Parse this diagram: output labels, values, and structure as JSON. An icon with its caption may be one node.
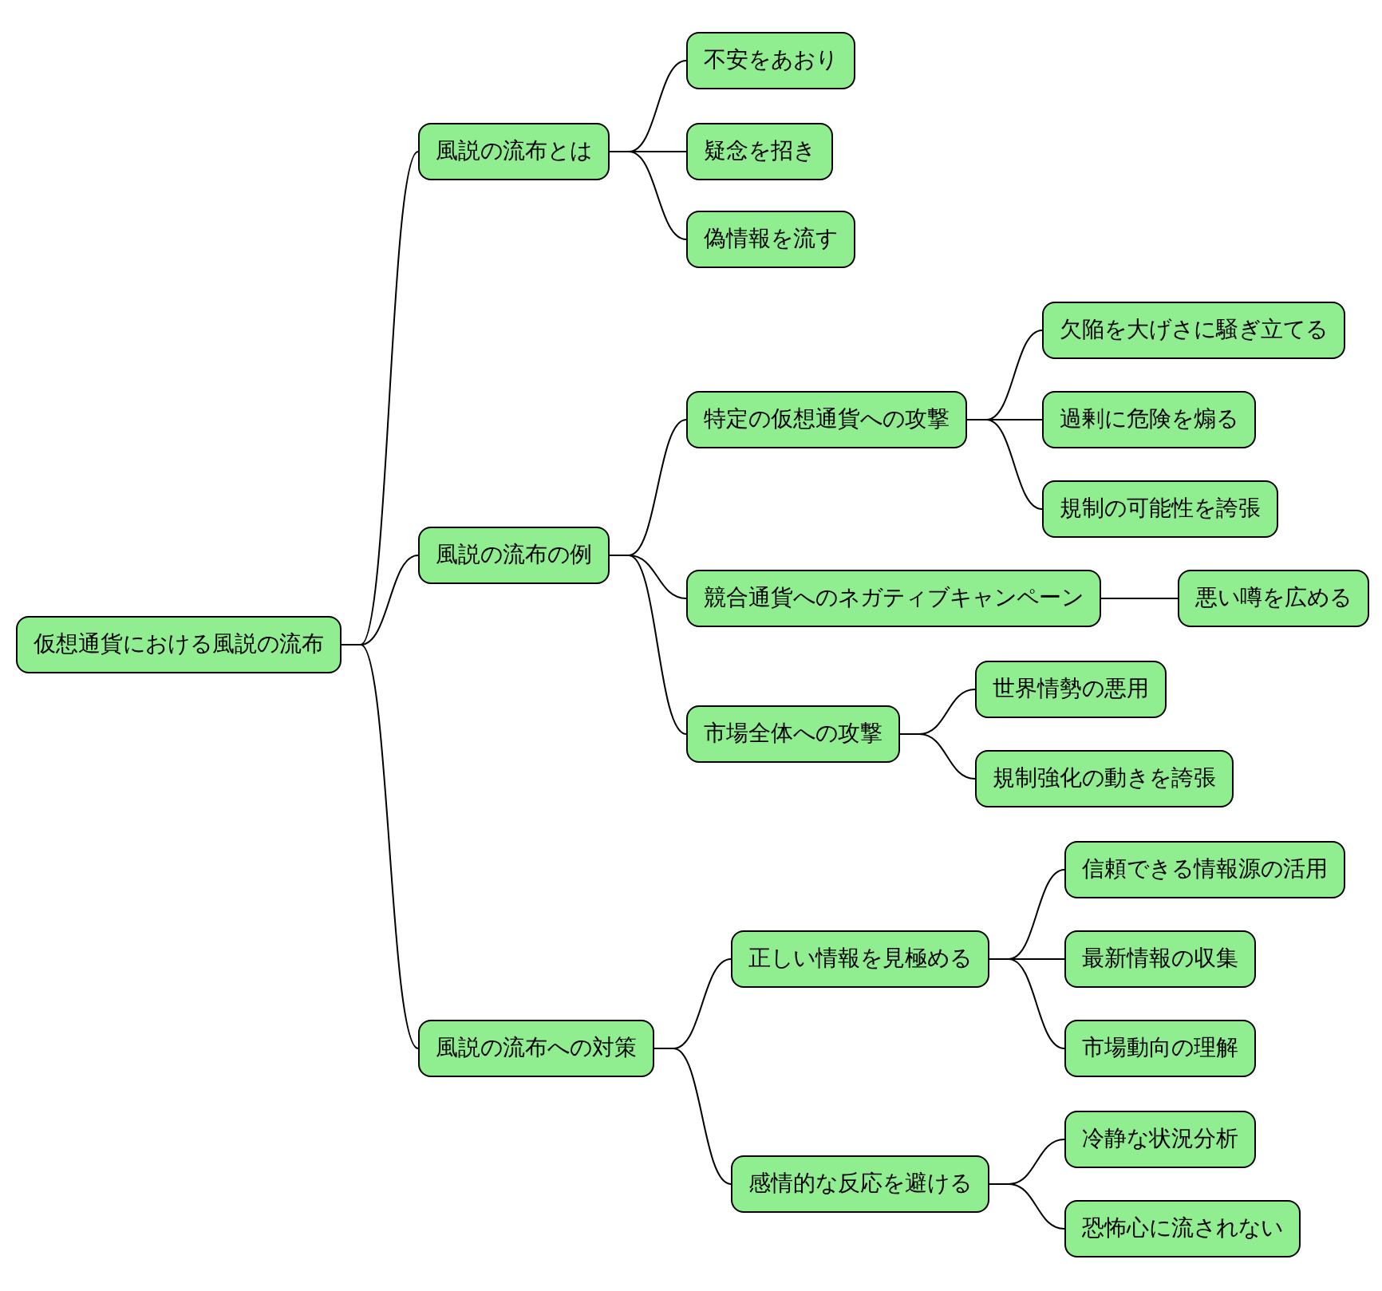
{
  "diagram": {
    "nodes": [
      {
        "text": [
          "仮想通貨における風説の流布"
        ]
      },
      {
        "text": [
          "風説の流布とは"
        ]
      },
      {
        "text": [
          "不安をあおり"
        ]
      },
      {
        "text": [
          "疑念を招き"
        ]
      },
      {
        "text": [
          "偽情報を流す"
        ]
      },
      {
        "text": [
          "風説の流布の例"
        ]
      },
      {
        "text": [
          "特定の仮想通貨への攻撃"
        ]
      },
      {
        "text": [
          "欠陥を大げさに騒ぎ立てる"
        ]
      },
      {
        "text": [
          "過剰に危険を煽る"
        ]
      },
      {
        "text": [
          "規制の可能性を誇張"
        ]
      },
      {
        "text": [
          "競合通貨へのネガティブキャンペーン"
        ]
      },
      {
        "text": [
          "悪い噂を広める"
        ]
      },
      {
        "text": [
          "市場全体への攻撃"
        ]
      },
      {
        "text": [
          "世界情勢の悪用"
        ]
      },
      {
        "text": [
          "規制強化の動きを誇張"
        ]
      },
      {
        "text": [
          "風説の流布への対策"
        ]
      },
      {
        "text": [
          "正しい情報を見極める"
        ]
      },
      {
        "text": [
          "信頼できる情報源の活用"
        ]
      },
      {
        "text": [
          "最新情報の収集"
        ]
      },
      {
        "text": [
          "市場動向の理解"
        ]
      },
      {
        "text": [
          "感情的な反応を避ける"
        ]
      },
      {
        "text": [
          "冷静な状況分析"
        ]
      },
      {
        "text": [
          "恐怖心に流されない"
        ]
      }
    ],
    "edges": [
      {
        "from": 0,
        "to": 1,
        "arrow": "none"
      },
      {
        "from": 1,
        "to": 2,
        "arrow": "none"
      },
      {
        "from": 1,
        "to": 3,
        "arrow": "none"
      },
      {
        "from": 1,
        "to": 4,
        "arrow": "none"
      },
      {
        "from": 0,
        "to": 5,
        "arrow": "none"
      },
      {
        "from": 5,
        "to": 6,
        "arrow": "none"
      },
      {
        "from": 6,
        "to": 7,
        "arrow": "none"
      },
      {
        "from": 6,
        "to": 8,
        "arrow": "none"
      },
      {
        "from": 6,
        "to": 9,
        "arrow": "none"
      },
      {
        "from": 5,
        "to": 10,
        "arrow": "none"
      },
      {
        "from": 10,
        "to": 11,
        "arrow": "none"
      },
      {
        "from": 5,
        "to": 12,
        "arrow": "none"
      },
      {
        "from": 12,
        "to": 13,
        "arrow": "none"
      },
      {
        "from": 12,
        "to": 14,
        "arrow": "none"
      },
      {
        "from": 0,
        "to": 15,
        "arrow": "none"
      },
      {
        "from": 15,
        "to": 16,
        "arrow": "none"
      },
      {
        "from": 16,
        "to": 17,
        "arrow": "none"
      },
      {
        "from": 16,
        "to": 18,
        "arrow": "none"
      },
      {
        "from": 16,
        "to": 19,
        "arrow": "none"
      },
      {
        "from": 15,
        "to": 20,
        "arrow": "none"
      },
      {
        "from": 20,
        "to": 21,
        "arrow": "none"
      },
      {
        "from": 20,
        "to": 22,
        "arrow": "none"
      }
    ]
  }
}
